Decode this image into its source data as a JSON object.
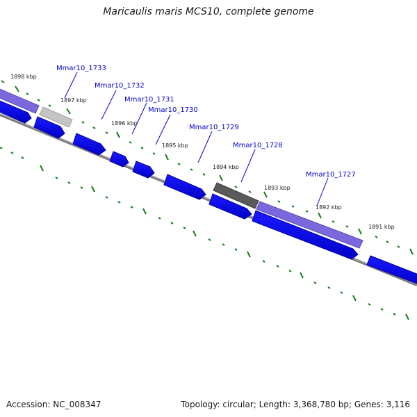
{
  "title": "Maricaulis maris MCS10, complete genome",
  "footer": {
    "accession": "Accession: NC_008347",
    "summary": "Topology: circular; Length: 3,368,780 bp; Genes: 3,116"
  },
  "colors": {
    "cds_forward": "#0000ee",
    "gene_purple": "#7b68dd",
    "gene_gray_light": "#c4c4c4",
    "gene_gray_dark": "#5a5a5a",
    "backbone": "#7a7a7a",
    "tick": "#1a7a1a",
    "label": "#0000cc"
  },
  "ticks": [
    "1898 kbp",
    "1897 kbp",
    "1896 kbp",
    "1895 kbp",
    "1894 kbp",
    "1893 kbp",
    "1892 kbp",
    "1891 kbp"
  ],
  "genes": [
    "Mmar10_1733",
    "Mmar10_1732",
    "Mmar10_1731",
    "Mmar10_1730",
    "Mmar10_1729",
    "Mmar10_1728",
    "Mmar10_1727"
  ]
}
